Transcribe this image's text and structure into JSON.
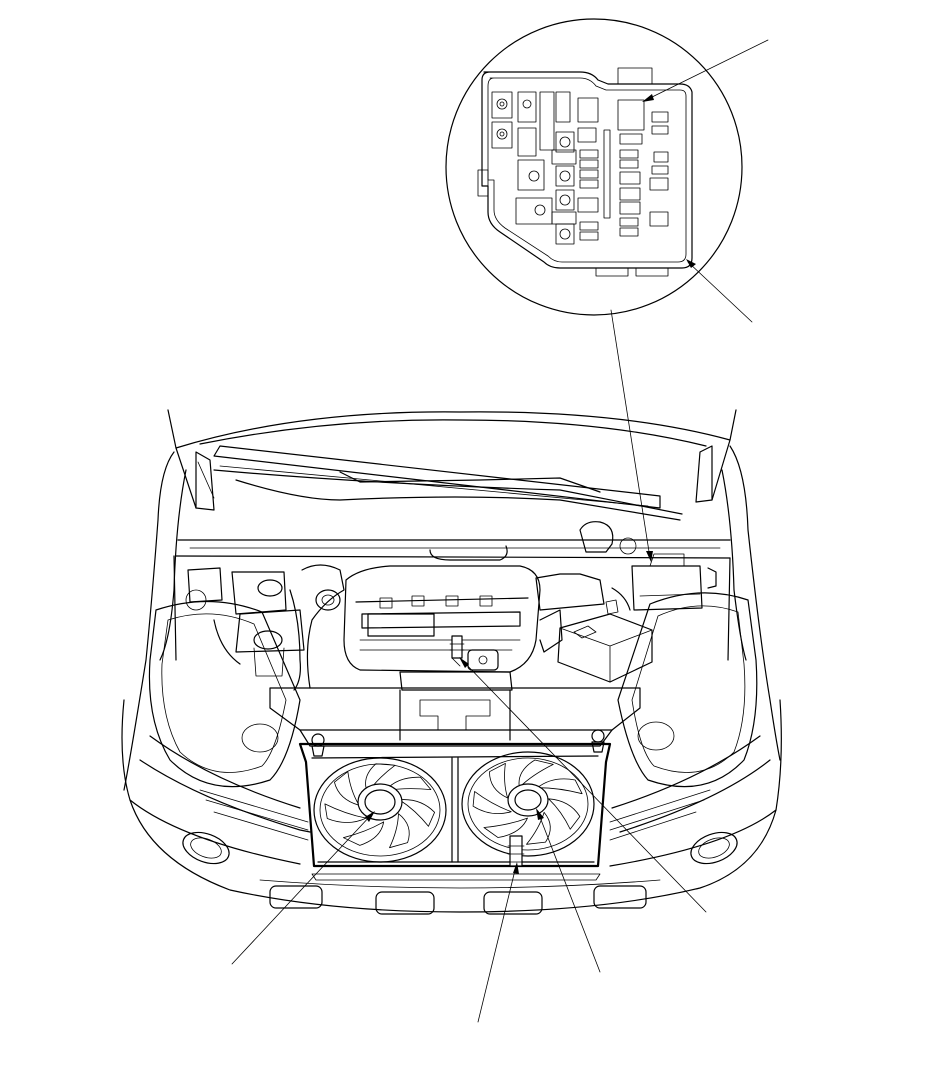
{
  "diagram": {
    "kind": "engine-compartment-line-drawing",
    "stroke_color": "#000000",
    "background_color": "#ffffff",
    "detail_view": "under-hood-fuse-relay-box",
    "callouts": [
      {
        "id": "c1",
        "target": "fuse-relay-box-relay",
        "label": ""
      },
      {
        "id": "c2",
        "target": "fuse-relay-box-housing",
        "label": ""
      },
      {
        "id": "c3",
        "target": "left-fan-motor",
        "label": ""
      },
      {
        "id": "c4",
        "target": "fan-connector",
        "label": ""
      },
      {
        "id": "c5",
        "target": "right-fan-motor",
        "label": ""
      },
      {
        "id": "c6",
        "target": "engine-sensor-connector",
        "label": ""
      }
    ]
  }
}
